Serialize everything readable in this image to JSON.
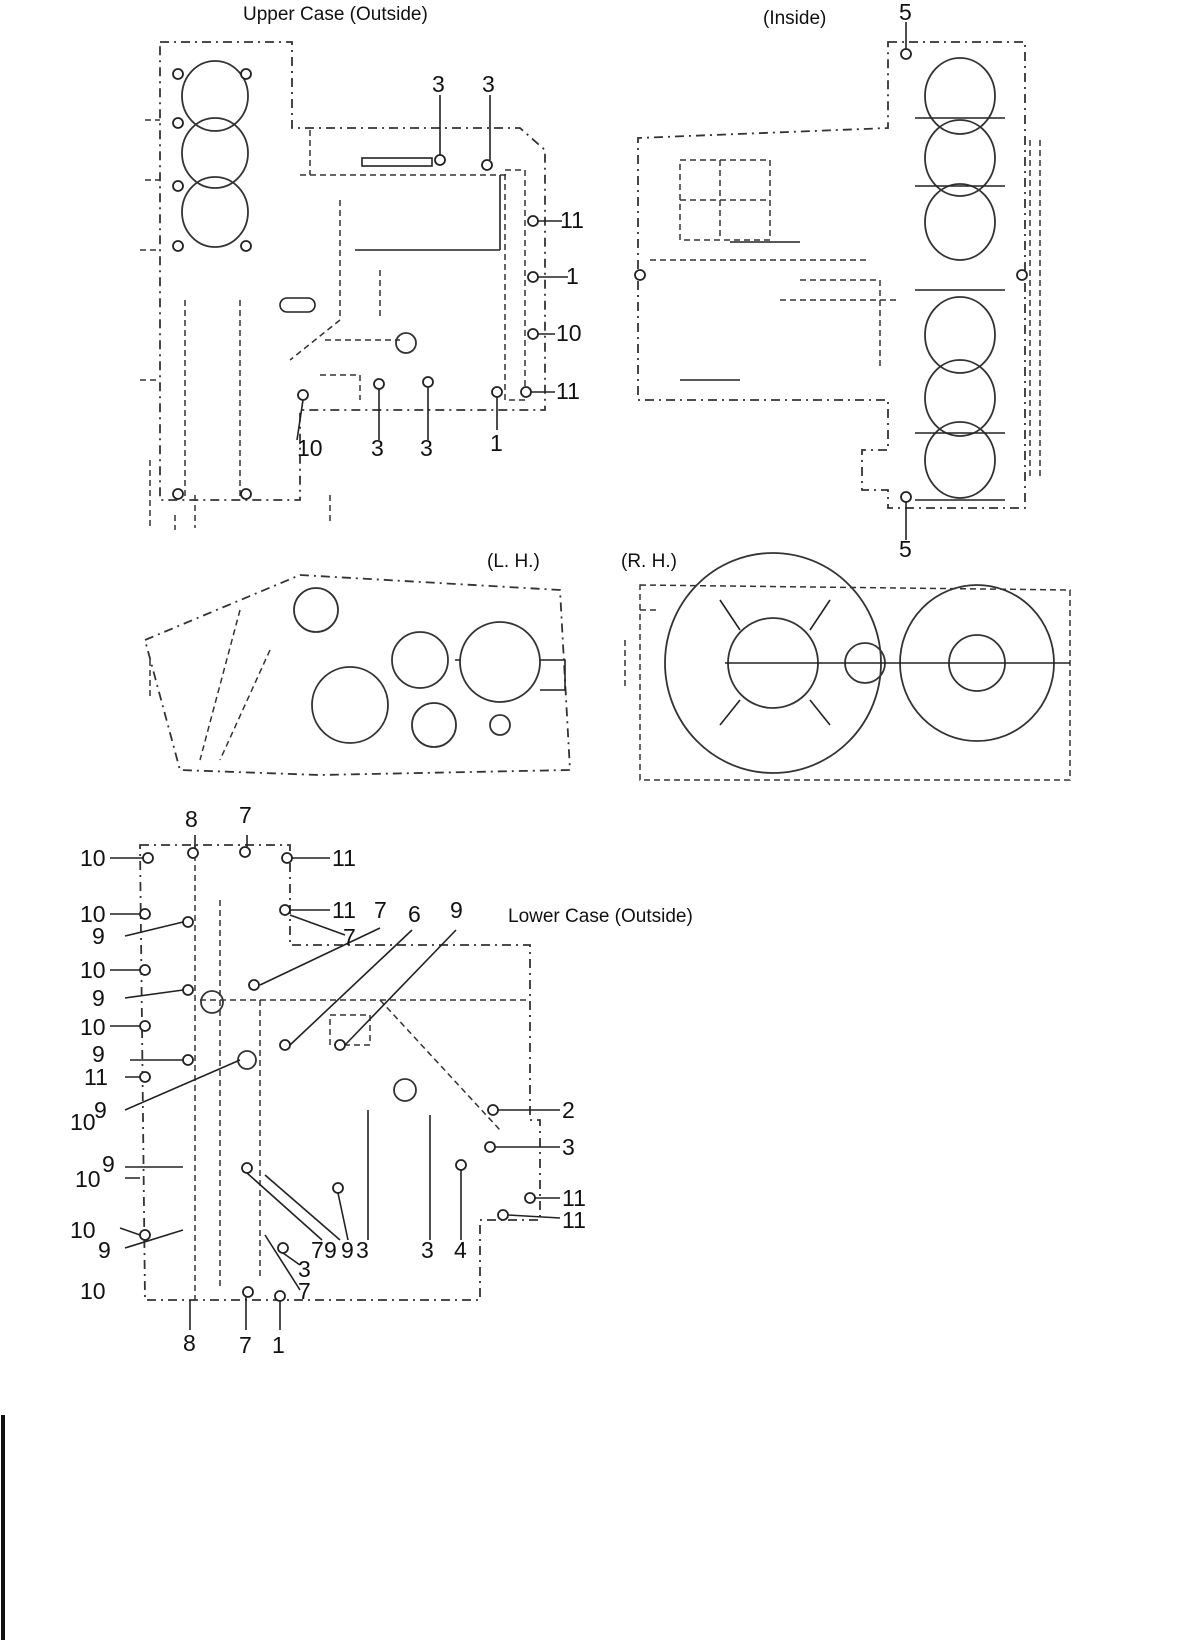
{
  "captions": {
    "upper_case_outside": "Upper Case (Outside)",
    "inside": "(Inside)",
    "lh": "(L. H.)",
    "rh": "(R. H.)",
    "lower_case_outside": "Lower Case (Outside)"
  },
  "callouts": {
    "upper_outside": [
      "3",
      "3",
      "11",
      "1",
      "10",
      "11",
      "10",
      "3",
      "3",
      "1"
    ],
    "inside": [
      "5",
      "5"
    ],
    "lower_outside": [
      "8",
      "7",
      "10",
      "11",
      "10",
      "11",
      "7",
      "6",
      "9",
      "9",
      "7",
      "10",
      "9",
      "10",
      "9",
      "11",
      "9",
      "10",
      "9",
      "10",
      "10",
      "9",
      "10",
      "2",
      "3",
      "11",
      "11",
      "3",
      "4",
      "7",
      "9",
      "9",
      "3",
      "3",
      "7",
      "8",
      "7",
      "1"
    ]
  }
}
